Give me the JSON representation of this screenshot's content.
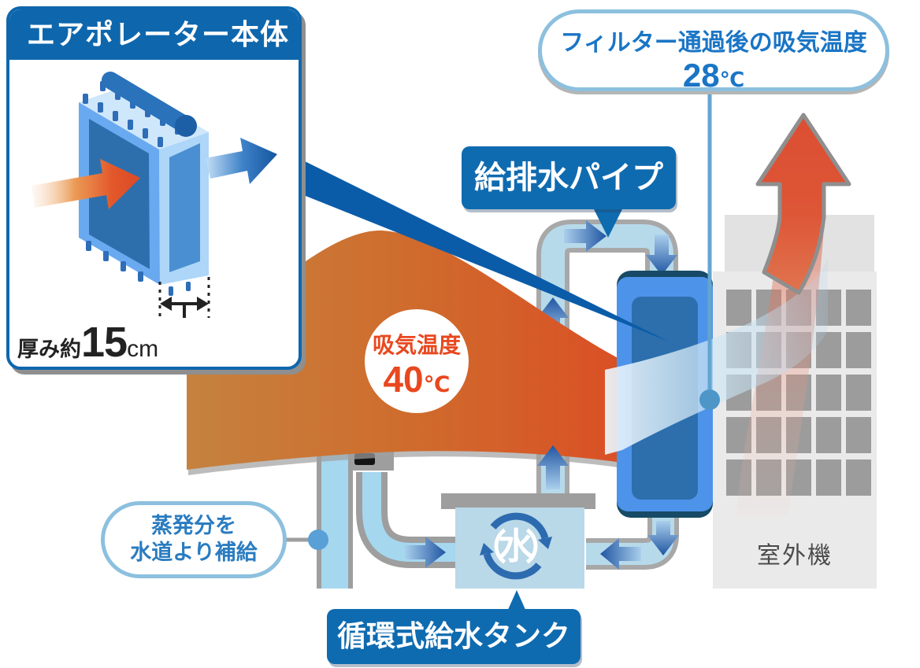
{
  "card": {
    "title": "エアポレーター本体",
    "thickness_label": "厚み約",
    "thickness_value": "15",
    "thickness_unit": "cm"
  },
  "filtered_bubble": {
    "label": "フィルター通過後の吸気温度",
    "value": "28",
    "unit": "℃"
  },
  "pipe_label": "給排水パイプ",
  "intake_badge": {
    "label": "吸気温度",
    "value": "40",
    "unit": "℃"
  },
  "refill_bubble": {
    "line1": "蒸発分を",
    "line2": "水道より補給"
  },
  "tank": {
    "symbol": "水",
    "label": "循環式給水タンク"
  },
  "outdoor_unit": {
    "label": "室外機"
  },
  "colors": {
    "label_blue": "#0f6bb0",
    "callout_text_blue": "#1a75c5",
    "refill_text_blue": "#2a7cc0",
    "temperature_red": "#e8481f",
    "hot_flow_orange": "#cf6c2d",
    "exhaust_red": "#dc4f33",
    "pipe_water_blue": "#b7daeb",
    "panel_blue": "#4e93ea",
    "panel_inner_blue": "#2d6fad",
    "outdoor_unit_gray": "#eaeaea"
  }
}
